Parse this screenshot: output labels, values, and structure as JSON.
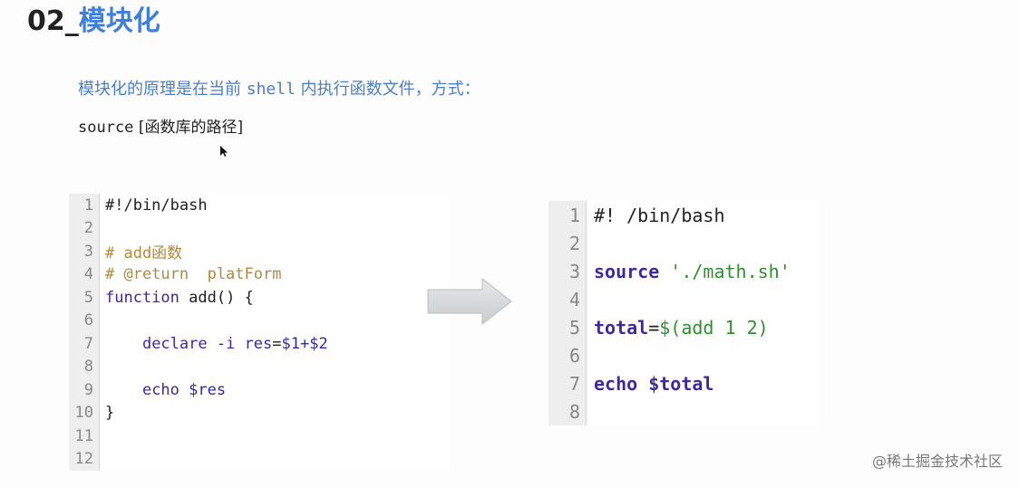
{
  "title": {
    "number": "02_",
    "text": "模块化"
  },
  "description": {
    "prefix": "模块化的原理是在当前 ",
    "code": "shell",
    "suffix": " 内执行函数文件，方式："
  },
  "source_line": {
    "code": "source",
    "rest": " [函数库的路径]"
  },
  "left_code": {
    "line_numbers": [
      "1",
      "2",
      "3",
      "4",
      "5",
      "6",
      "7",
      "8",
      "9",
      "10",
      "11",
      "12"
    ],
    "l1": "#!/bin/bash",
    "l3": "# add函数",
    "l4": "# @return  platForm",
    "l5_kw": "function",
    "l5_rest": " add() {",
    "l7_indent": "    ",
    "l7_kw": "declare",
    "l7_flag": " -i ",
    "l7_var": "res",
    "l7_eq": "=",
    "l7_val": "$1+$2",
    "l9_indent": "    ",
    "l9_kw": "echo",
    "l9_var": " $res",
    "l10": "}"
  },
  "right_code": {
    "line_numbers": [
      "1",
      "2",
      "3",
      "4",
      "5",
      "6",
      "7",
      "8"
    ],
    "l1": "#! /bin/bash",
    "l3_kw": "source",
    "l3_str": " './math.sh'",
    "l5_var": "total",
    "l5_eq": "=",
    "l5_str": "$(add 1 2)",
    "l7_kw": "echo",
    "l7_var": " $total"
  },
  "watermark": "@稀土掘金技术社区",
  "colors": {
    "title_accent": "#3f7fd9",
    "description": "#4a7fc4",
    "comment": "#b08a3a",
    "keyword": "#3d2a9c",
    "string": "#2f8f2f"
  }
}
